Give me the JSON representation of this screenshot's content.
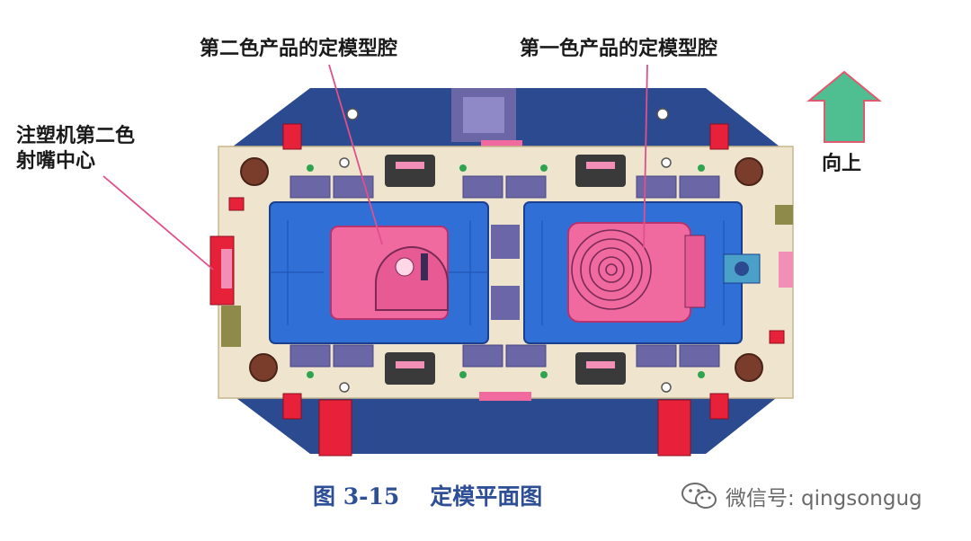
{
  "labels": {
    "second_color_cavity": "第二色产品的定模型腔",
    "first_color_cavity": "第一色产品的定模型腔",
    "nozzle_center_line1": "注塑机第二色",
    "nozzle_center_line2": "射嘴中心",
    "direction_up": "向上"
  },
  "caption": {
    "figure_number": "图 3-15",
    "title": "定模平面图"
  },
  "watermark": {
    "text": "微信号: qingsongug",
    "icon": "wechat-icon"
  },
  "colors": {
    "plate_beige": "#efe5cf",
    "clamp_blue": "#2b4a8f",
    "cavity_blue": "#2f6fd6",
    "product_pink": "#f06aa0",
    "accent_red": "#e8213a",
    "block_purple": "#6b67a7",
    "arrow_green": "#3aa681",
    "arrow_outline": "#e0596f",
    "caption_blue": "#2e4f96"
  }
}
